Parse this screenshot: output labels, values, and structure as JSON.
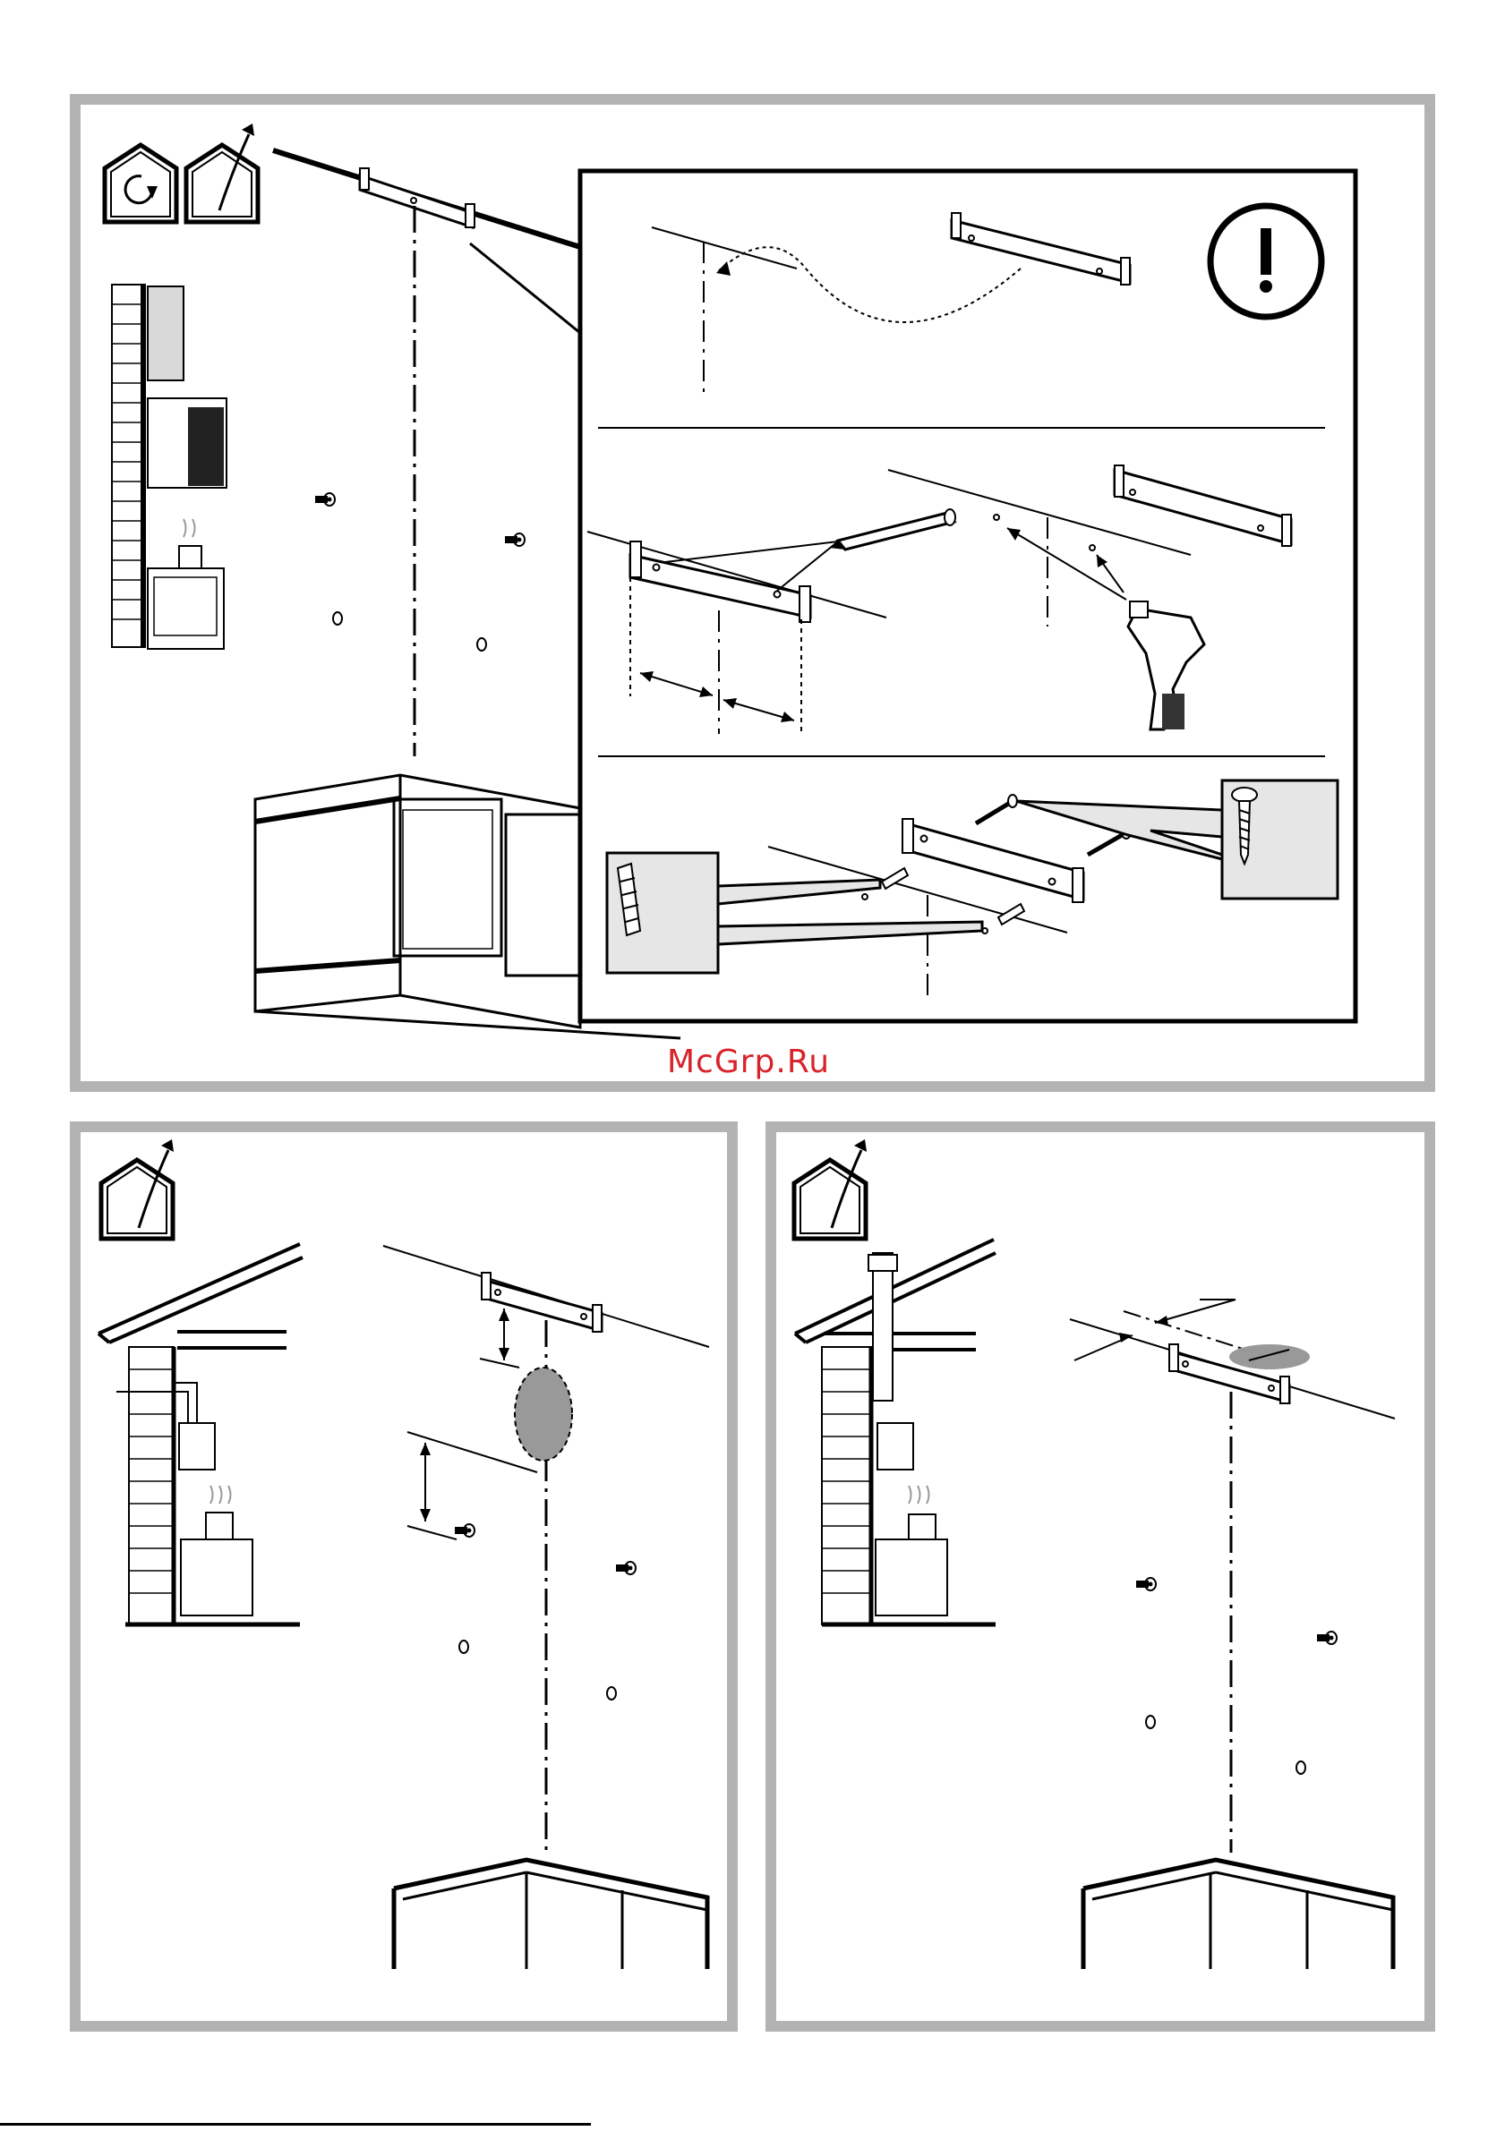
{
  "watermark": {
    "text": "McGrp.Ru"
  },
  "panels": [
    {
      "id": "wall-bracket-installation",
      "icons": [
        "recirculation-mode-icon",
        "extraction-mode-icon"
      ],
      "steps": [
        "position-bracket",
        "mark-and-drill",
        "fix-with-plugs-and-screws"
      ],
      "warning_icon": "exclamation-icon"
    },
    {
      "id": "extraction-wall-outlet",
      "icons": [
        "extraction-mode-icon"
      ]
    },
    {
      "id": "extraction-roof-outlet",
      "icons": [
        "extraction-mode-icon"
      ]
    }
  ],
  "colors": {
    "panel_border": "#b3b3b3",
    "line": "#000000",
    "inset_fill": "#e6e6e6",
    "duct_fill": "#999999",
    "watermark": "#d8232a"
  }
}
